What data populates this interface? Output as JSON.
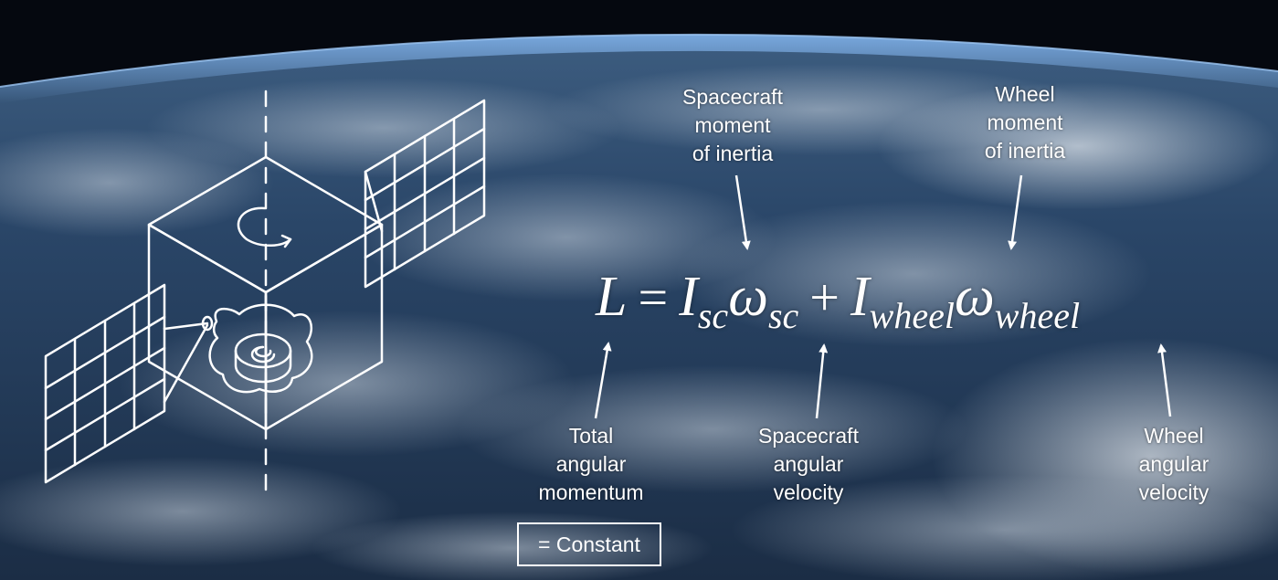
{
  "labels": {
    "spacecraft_inertia": [
      "Spacecraft",
      "moment",
      "of inertia"
    ],
    "wheel_inertia": [
      "Wheel",
      "moment",
      "of inertia"
    ],
    "total_momentum": [
      "Total",
      "angular",
      "momentum"
    ],
    "spacecraft_velocity": [
      "Spacecraft",
      "angular",
      "velocity"
    ],
    "wheel_velocity": [
      "Wheel",
      "angular",
      "velocity"
    ]
  },
  "equation": {
    "L": "L",
    "eq": "=",
    "I": "I",
    "sc": "sc",
    "omega": "ω",
    "plus": "+",
    "wheel": "wheel"
  },
  "constant": "= Constant",
  "colors": {
    "text": "#ffffff",
    "space": "#05080f",
    "ocean": "#1c3552"
  }
}
